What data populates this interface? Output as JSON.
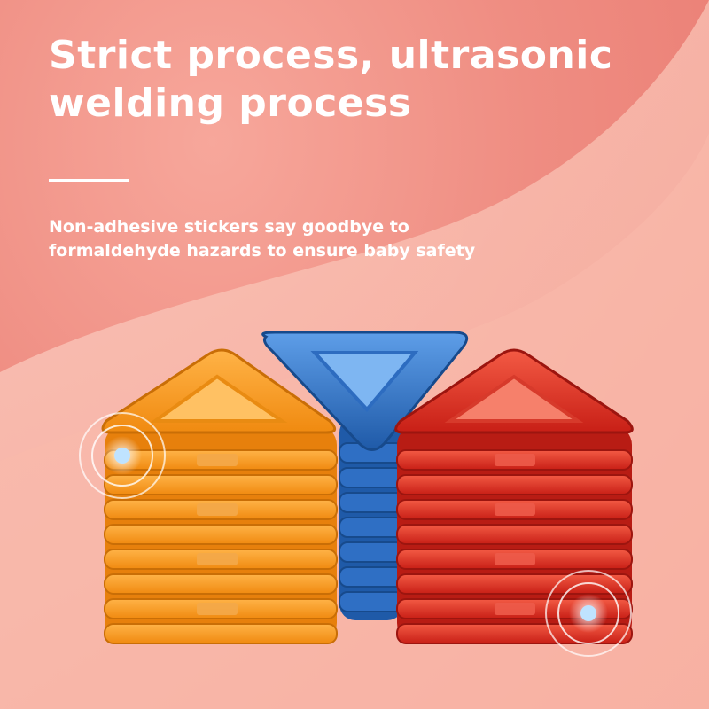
{
  "headline": {
    "line1": "Strict process, ultrasonic",
    "line2": "welding process"
  },
  "subtext": {
    "line1": "Non-adhesive stickers say goodbye to",
    "line2": "formaldehyde hazards to ensure baby safety"
  },
  "colors": {
    "background": "#ef8d82",
    "text": "#ffffff",
    "orange_tile": "#f7931e",
    "blue_tile": "#2f6fc4",
    "red_tile": "#e0342a"
  },
  "icons": [
    "magnet-indicator-icon",
    "magnet-indicator-icon"
  ]
}
